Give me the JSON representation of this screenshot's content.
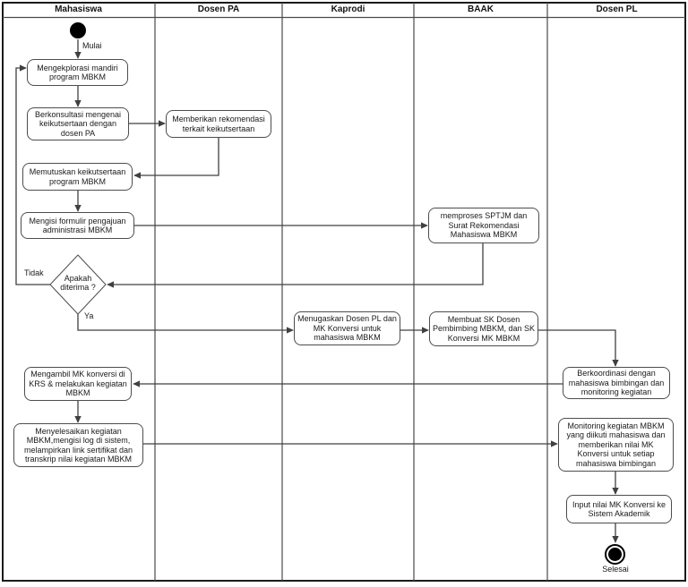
{
  "diagram": {
    "type": "swimlane-activity-diagram",
    "lanes": [
      {
        "label": "Mahasiswa"
      },
      {
        "label": "Dosen PA"
      },
      {
        "label": "Kaprodi"
      },
      {
        "label": "BAAK"
      },
      {
        "label": "Dosen PL"
      }
    ],
    "markers": {
      "start_label": "Mulai",
      "end_label": "Selesai",
      "decision_no": "Tidak",
      "decision_yes": "Ya"
    },
    "nodes": {
      "explore": {
        "label": "Mengekplorasi mandiri\nprogram MBKM",
        "lane": "Mahasiswa"
      },
      "konsultasi": {
        "label": "Berkonsultasi mengenai\nkeikutsertaan dengan\ndosen PA",
        "lane": "Mahasiswa"
      },
      "rekomendasi": {
        "label": "Memberikan rekomendasi\nterkait keikutsertaan",
        "lane": "Dosen PA"
      },
      "memutuskan": {
        "label": "Memutuskan keikutsertaan\nprogram MBKM",
        "lane": "Mahasiswa"
      },
      "formulir": {
        "label": "Mengisi formulir pengajuan\nadministrasi MBKM",
        "lane": "Mahasiswa"
      },
      "sptjm": {
        "label": "memproses SPTJM dan\nSurat Rekomendasi\nMahasiswa MBKM",
        "lane": "BAAK"
      },
      "decision": {
        "label": "Apakah\nditerima ?",
        "lane": "Mahasiswa"
      },
      "menugaskan": {
        "label": "Menugaskan Dosen PL dan\nMK Konversi untuk\nmahasiswa MBKM",
        "lane": "Kaprodi"
      },
      "membuat_sk": {
        "label": "Membuat SK Dosen\nPembimbing MBKM, dan SK\nKonversi MK MBKM",
        "lane": "BAAK"
      },
      "koordinasi": {
        "label": "Berkoordinasi dengan\nmahasiswa bimbingan dan\nmonitoring kegiatan",
        "lane": "Dosen PL"
      },
      "mengambil": {
        "label": "Mengambil MK konversi di\nKRS & melakukan kegiatan\nMBKM",
        "lane": "Mahasiswa"
      },
      "menyelesaikan": {
        "label": "Menyelesaikan kegiatan\nMBKM,mengisi log di sistem,\nmelampirkan link sertifikat dan\ntranskrip nilai kegiatan MBKM",
        "lane": "Mahasiswa"
      },
      "monitoring": {
        "label": "Monitoring kegiatan MBKM\nyang diikuti mahasiswa dan\nmemberikan nilai MK\nKonversi untuk setiap\nmahasiswa bimbingan",
        "lane": "Dosen PL"
      },
      "input_nilai": {
        "label": "Input nilai MK Konversi ke\nSistem Akademik",
        "lane": "Dosen PL"
      }
    },
    "colors": {
      "node_fill": "#ffffff",
      "node_stroke": "#4d4d4d",
      "connector": "#404040",
      "grid": "#4a4a4a",
      "outer_border": "#1a1a1a",
      "start_end_fill": "#000000",
      "text": "#1a1a1a"
    }
  }
}
